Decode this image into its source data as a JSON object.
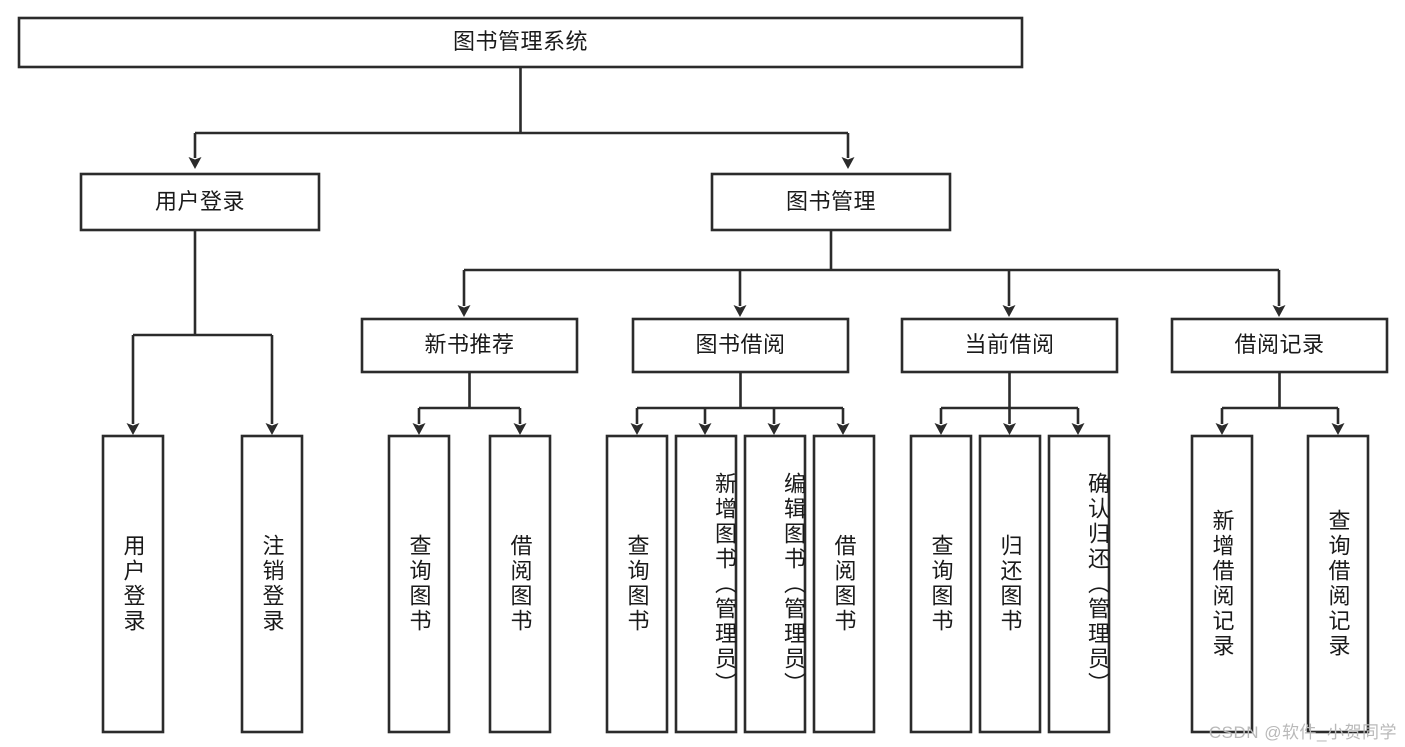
{
  "diagram": {
    "title": "图书管理系统",
    "type": "tree",
    "orientation": "top-down",
    "colors": {
      "stroke": "#2b2b2b",
      "node_fill": "#ffffff",
      "text": "#1a1a1a",
      "background": "#ffffff",
      "watermark": "#b9b9b9"
    },
    "root": {
      "label": "图书管理系统",
      "orientation": "horizontal"
    },
    "level1": [
      {
        "label": "用户登录",
        "orientation": "horizontal"
      },
      {
        "label": "图书管理",
        "orientation": "horizontal"
      }
    ],
    "level2": [
      {
        "label": "新书推荐",
        "orientation": "horizontal"
      },
      {
        "label": "图书借阅",
        "orientation": "horizontal"
      },
      {
        "label": "当前借阅",
        "orientation": "horizontal"
      },
      {
        "label": "借阅记录",
        "orientation": "horizontal"
      }
    ],
    "leaves": [
      {
        "label": "用户登录",
        "parent": "用户登录",
        "orientation": "vertical"
      },
      {
        "label": "注销登录",
        "parent": "用户登录",
        "orientation": "vertical"
      },
      {
        "label": "查询图书",
        "parent": "新书推荐",
        "orientation": "vertical"
      },
      {
        "label": "借阅图书",
        "parent": "新书推荐",
        "orientation": "vertical"
      },
      {
        "label": "查询图书",
        "parent": "图书借阅",
        "orientation": "vertical"
      },
      {
        "label": "新增图书（管理员）",
        "parent": "图书借阅",
        "orientation": "vertical"
      },
      {
        "label": "编辑图书（管理员）",
        "parent": "图书借阅",
        "orientation": "vertical"
      },
      {
        "label": "借阅图书",
        "parent": "图书借阅",
        "orientation": "vertical"
      },
      {
        "label": "查询图书",
        "parent": "当前借阅",
        "orientation": "vertical"
      },
      {
        "label": "归还图书",
        "parent": "当前借阅",
        "orientation": "vertical"
      },
      {
        "label": "确认归还（管理员）",
        "parent": "当前借阅",
        "orientation": "vertical"
      },
      {
        "label": "新增借阅记录",
        "parent": "借阅记录",
        "orientation": "vertical"
      },
      {
        "label": "查询借阅记录",
        "parent": "借阅记录",
        "orientation": "vertical"
      }
    ]
  },
  "watermark": {
    "text": "CSDN @软件_小贺同学"
  }
}
